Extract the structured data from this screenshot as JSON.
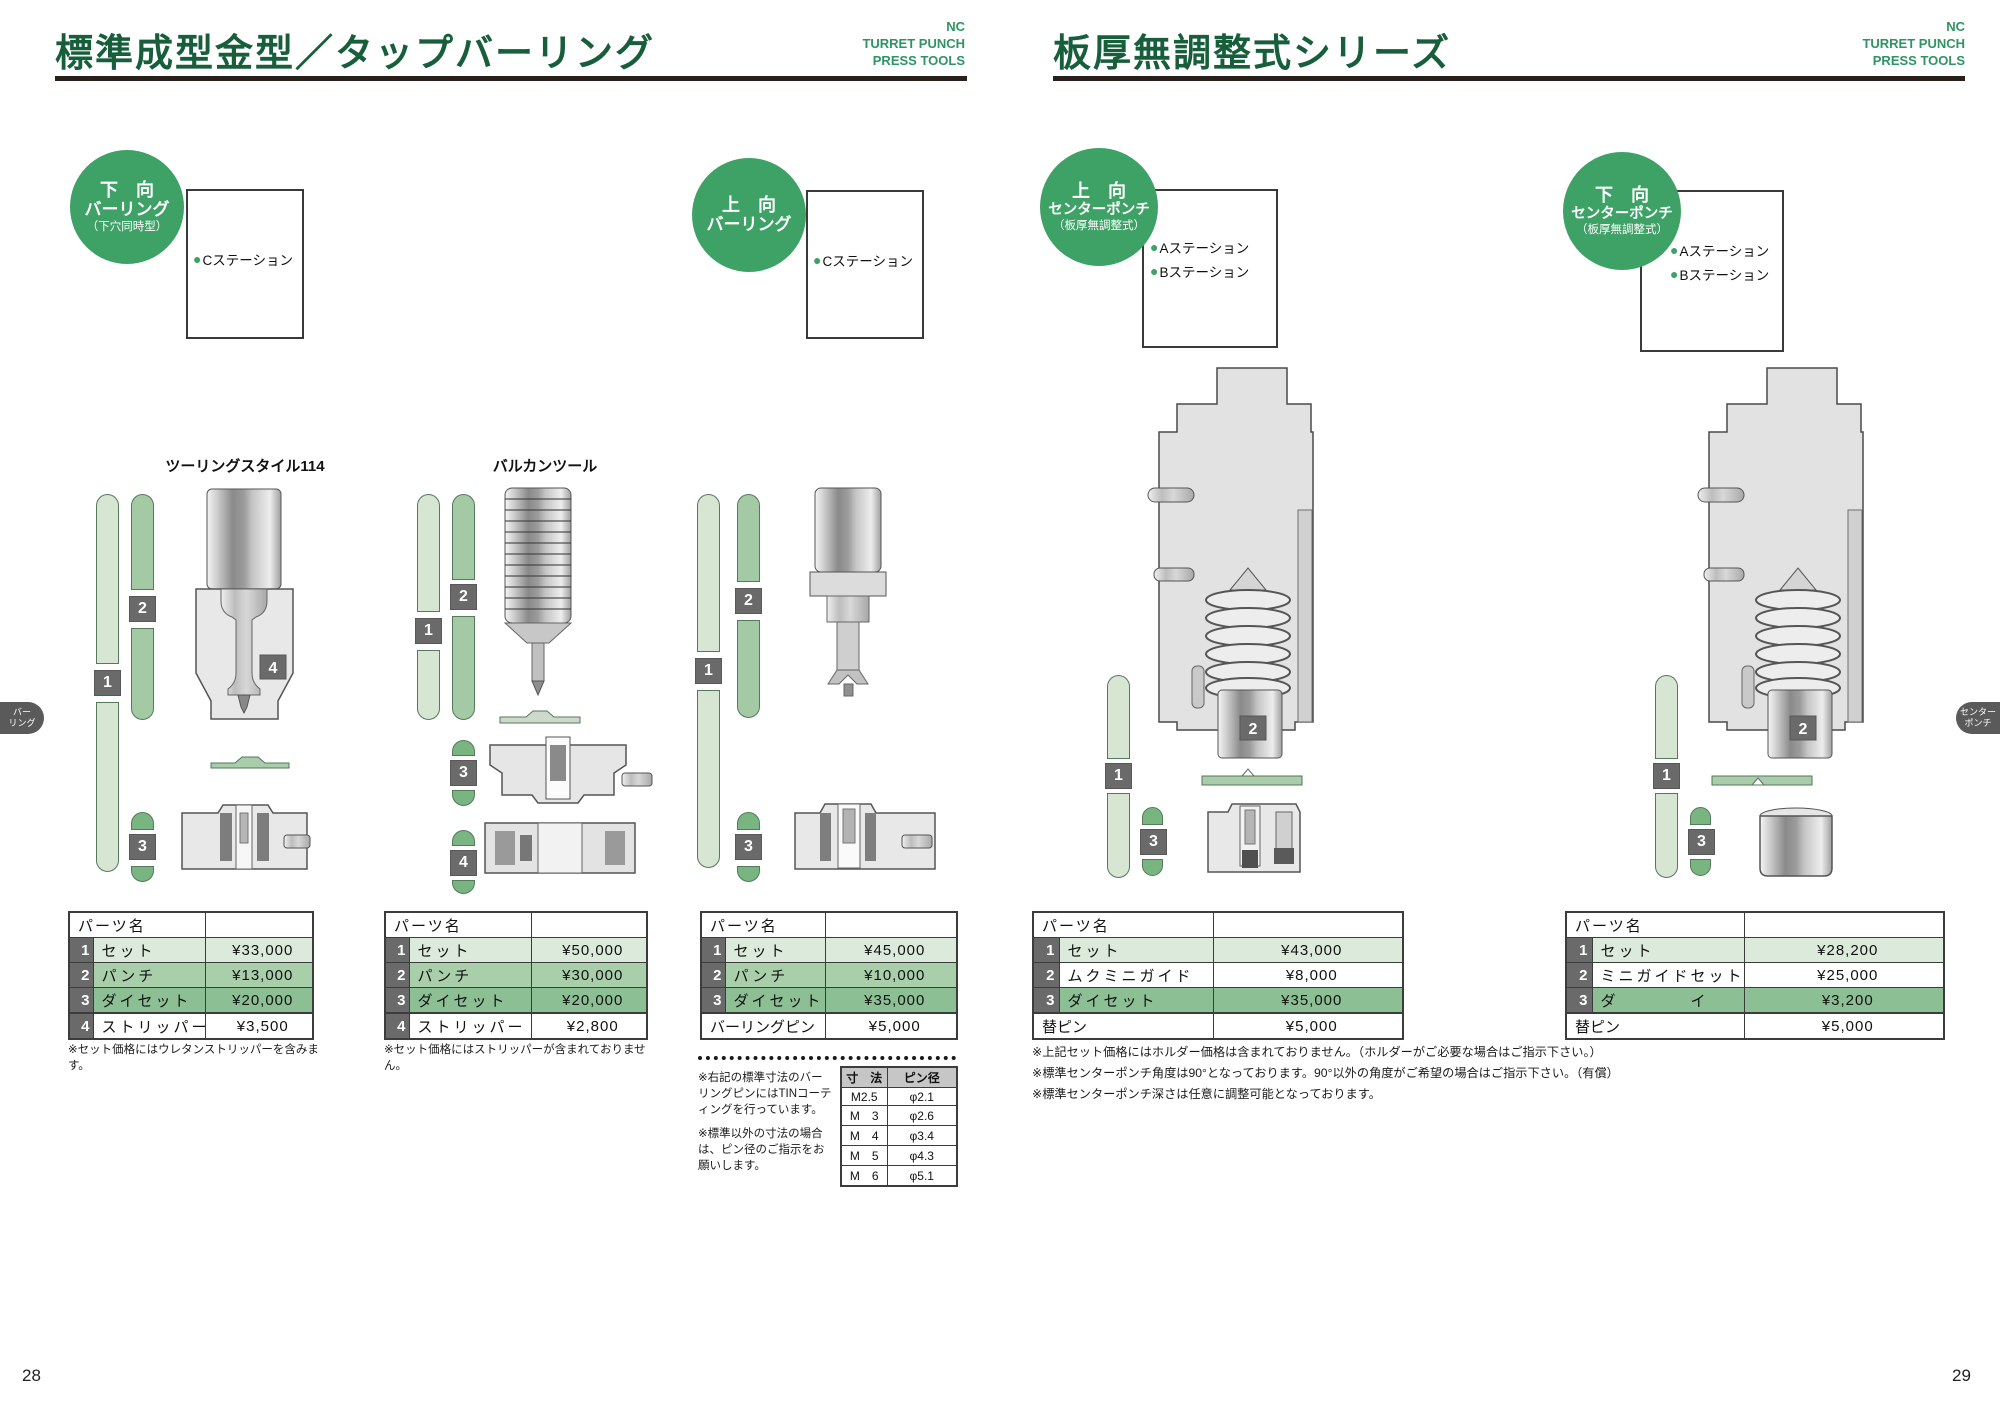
{
  "common": {
    "bullet": "●",
    "badges": {
      "b1": "1",
      "b2": "2",
      "b3": "3",
      "b4": "4"
    },
    "brand": {
      "l1": "NC",
      "l2": "TURRET PUNCH",
      "l3": "PRESS TOOLS"
    },
    "colors": {
      "accent_green": "#3ea266",
      "title_green": "#175e3b",
      "rule_dark": "#2a201b",
      "row_light": "#dceadb",
      "row_mid": "#a9cfaa",
      "row_dark": "#8cc094"
    }
  },
  "left": {
    "title": "標準成型金型／タップバーリング",
    "page_number": "28",
    "tab": {
      "l1": "バー",
      "l2": "リング"
    },
    "sec_down": {
      "c1": "下　向",
      "c2": "バーリング",
      "c3": "（下穴同時型）",
      "station": "Cステーション"
    },
    "sec_up": {
      "c1": "上　向",
      "c2": "バーリング",
      "station": "Cステーション"
    },
    "labels": {
      "tooling": "ツーリングスタイル114",
      "vulcan": "バルカンツール"
    },
    "t1": {
      "head": "パーツ名",
      "r1n": "セット",
      "r1p": "¥33,000",
      "r2n": "パンチ",
      "r2p": "¥13,000",
      "r3n": "ダイセット",
      "r3p": "¥20,000",
      "xname": "ストリッパー",
      "xp": "¥3,500",
      "note": "※セット価格にはウレタンストリッパーを含みます。"
    },
    "t2": {
      "head": "パーツ名",
      "r1n": "セット",
      "r1p": "¥50,000",
      "r2n": "パンチ",
      "r2p": "¥30,000",
      "r3n": "ダイセット",
      "r3p": "¥20,000",
      "xname": "ストリッパー",
      "xp": "¥2,800",
      "note": "※セット価格にはストリッパーが含まれておりません。"
    },
    "t3": {
      "head": "パーツ名",
      "r1n": "セット",
      "r1p": "¥45,000",
      "r2n": "パンチ",
      "r2p": "¥10,000",
      "r3n": "ダイセット",
      "r3p": "¥35,000",
      "xname": "バーリングピン",
      "xp": "¥5,000"
    },
    "pin_notes": {
      "n1": "※右記の標準寸法のバーリングピンにはTINコーティングを行っています。",
      "n2": "※標準以外の寸法の場合は、ピン径のご指示をお願いします。"
    },
    "pin_table": {
      "h1": "寸　法",
      "h2": "ピン径",
      "r1s": "M2.5",
      "r1d": "φ2.1",
      "r2s": "M　3",
      "r2d": "φ2.6",
      "r3s": "M　4",
      "r3d": "φ3.4",
      "r4s": "M　5",
      "r4d": "φ4.3",
      "r5s": "M　6",
      "r5d": "φ5.1"
    }
  },
  "right": {
    "title": "板厚無調整式シリーズ",
    "page_number": "29",
    "tab": {
      "l1": "センター",
      "l2": "ポンチ"
    },
    "sec_up": {
      "c1": "上　向",
      "c2": "センターポンチ",
      "c3": "（板厚無調整式）",
      "sa": "Aステーション",
      "sb": "Bステーション"
    },
    "sec_down": {
      "c1": "下　向",
      "c2": "センターポンチ",
      "c3": "（板厚無調整式）",
      "sa": "Aステーション",
      "sb": "Bステーション"
    },
    "t4": {
      "head": "パーツ名",
      "r1n": "セット",
      "r1p": "¥43,000",
      "r2n": "ムクミニガイド",
      "r2p": "¥8,000",
      "r3n": "ダイセット",
      "r3p": "¥35,000",
      "xname": "替ピン",
      "xp": "¥5,000",
      "n1": "※上記セット価格にはホルダー価格は含まれておりません。（ホルダーがご必要な場合はご指示下さい。）",
      "n2": "※標準センターポンチ角度は90°となっております。90°以外の角度がご希望の場合はご指示下さい。（有償）",
      "n3": "※標準センターポンチ深さは任意に調整可能となっております。"
    },
    "t5": {
      "head": "パーツ名",
      "r1n": "セット",
      "r1p": "¥28,200",
      "r2n": "ミニガイドセット",
      "r2p": "¥25,000",
      "r3n": "ダ　　　　イ",
      "r3p": "¥3,200",
      "xname": "替ピン",
      "xp": "¥5,000"
    }
  }
}
